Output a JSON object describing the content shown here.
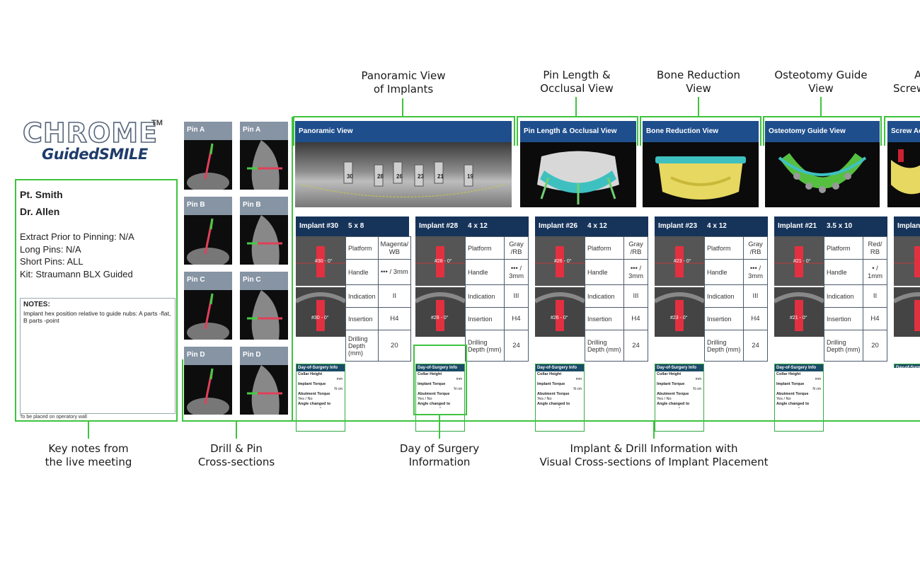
{
  "logo": {
    "title": "CHROME",
    "tm": "TM",
    "subtitle": "GuidedSMILE"
  },
  "callouts": {
    "top": [
      [
        "Panoramic View",
        "of Implants"
      ],
      [
        "Pin Length &",
        "Occlusal View"
      ],
      [
        "Bone Reduction",
        "View"
      ],
      [
        "Osteotomy Guide",
        "View"
      ],
      [
        "A",
        "Screw"
      ]
    ],
    "bottom": [
      [
        "Key notes from",
        "the live meeting"
      ],
      [
        "Drill & Pin",
        "Cross-sections"
      ],
      [
        "Day of Surgery",
        "Information"
      ],
      [
        "Implant & Drill Information with",
        "Visual Cross-sections of Implant Placement"
      ]
    ]
  },
  "patient": {
    "name": "Pt. Smith",
    "doctor": "Dr. Allen",
    "lines": [
      "Extract Prior to Pinning: N/A",
      "Long Pins: N/A",
      "Short Pins: ALL",
      "Kit: Straumann BLX Guided"
    ],
    "notes_heading": "NOTES:",
    "notes_text": "Implant hex position relative to guide nubs: A parts -flat, B parts -point",
    "footer": "To be placed on operatory wall"
  },
  "pins": [
    "Pin A",
    "Pin A",
    "Pin B",
    "Pin B",
    "Pin C",
    "Pin C",
    "Pin D",
    "Pin D"
  ],
  "views": [
    "Panoramic View",
    "Pin Length & Occlusal View",
    "Bone Reduction View",
    "Osteotomy Guide View",
    "Screw Ac"
  ],
  "pano_labels": [
    "30",
    "28",
    "26",
    "23",
    "21",
    "19"
  ],
  "row_labels": {
    "platform": "Platform",
    "handle": "Handle",
    "indication": "Indication",
    "insertion": "Insertion",
    "drilling": "Drilling Depth (mm)"
  },
  "dos": {
    "heading": "Day-of-Surgery Info",
    "collar": "Collar Height",
    "mm": "mm",
    "torque": "Implant Torque",
    "ncm": "N cm",
    "abutment": "Abutment Torque",
    "yesno": "Yes   /   No",
    "angle": "Angle changed to",
    "deg": "°"
  },
  "implants": [
    {
      "label": "Implant #30",
      "size": "5 x 8",
      "platform": "Magenta/ WB",
      "handle": "••• / 3mm",
      "indication": "II",
      "insertion": "H4",
      "drilling": "20",
      "tag1": "#30 - 0°",
      "tag2": "#30 - 0°"
    },
    {
      "label": "Implant #28",
      "size": "4 x 12",
      "platform": "Gray /RB",
      "handle": "••• / 3mm",
      "indication": "III",
      "insertion": "H4",
      "drilling": "24",
      "tag1": "#28 - 0°",
      "tag2": "#28 - 0°"
    },
    {
      "label": "Implant #26",
      "size": "4 x 12",
      "platform": "Gray /RB",
      "handle": "••• / 3mm",
      "indication": "III",
      "insertion": "H4",
      "drilling": "24",
      "tag1": "#26 - 0°",
      "tag2": "#26 - 0°"
    },
    {
      "label": "Implant #23",
      "size": "4 x 12",
      "platform": "Gray /RB",
      "handle": "••• / 3mm",
      "indication": "III",
      "insertion": "H4",
      "drilling": "24",
      "tag1": "#23 - 0°",
      "tag2": "#23 - 0°"
    },
    {
      "label": "Implant #21",
      "size": "3.5 x 10",
      "platform": "Red/ RB",
      "handle": "• / 1mm",
      "indication": "II",
      "insertion": "H4",
      "drilling": "20",
      "tag1": "#21 - 0°",
      "tag2": "#21 - 0°"
    },
    {
      "label": "Implan",
      "size": "",
      "platform": "",
      "handle": "",
      "indication": "",
      "insertion": "",
      "drilling": "",
      "tag1": "",
      "tag2": ""
    }
  ]
}
